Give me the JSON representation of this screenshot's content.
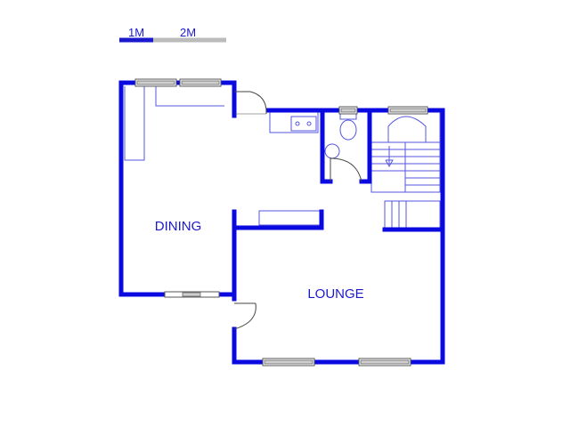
{
  "scale_bar": {
    "label_1": "1M",
    "label_2": "2M",
    "color_dark": "#1a1acc",
    "color_light": "#bbbbbb"
  },
  "rooms": {
    "dining": "DINING",
    "lounge": "LOUNGE"
  },
  "colors": {
    "wall": "#0a0ae0",
    "fixture": "#5555dd",
    "window": "#cfcfcf"
  }
}
